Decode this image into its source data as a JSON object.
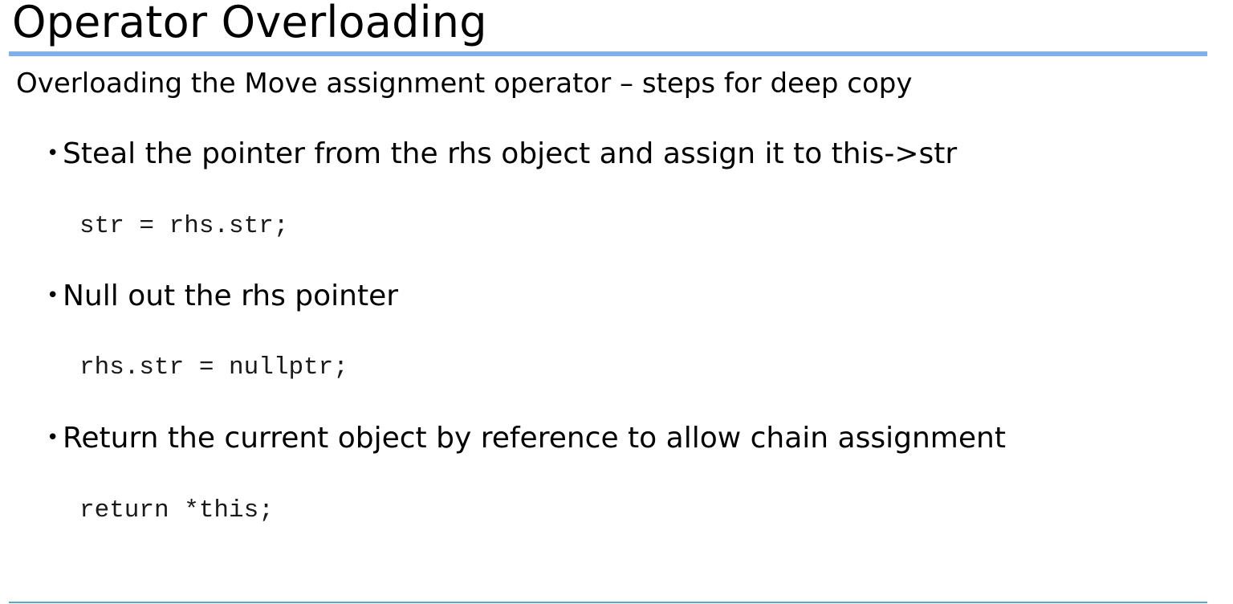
{
  "slide": {
    "title": "Operator Overloading",
    "subtitle": "Overloading the Move assignment operator – steps for deep copy",
    "bullet_marker": "•",
    "steps": [
      {
        "text": "Steal the pointer from the rhs object and assign it to this->str",
        "code": "str = rhs.str;"
      },
      {
        "text": "Null out the rhs pointer",
        "code": "rhs.str = nullptr;"
      },
      {
        "text": "Return the current object by reference to allow chain assignment",
        "code": "return *this;"
      }
    ]
  },
  "colors": {
    "title_rule": "#7fb1e8",
    "bottom_rule": "#5aa9c9"
  }
}
